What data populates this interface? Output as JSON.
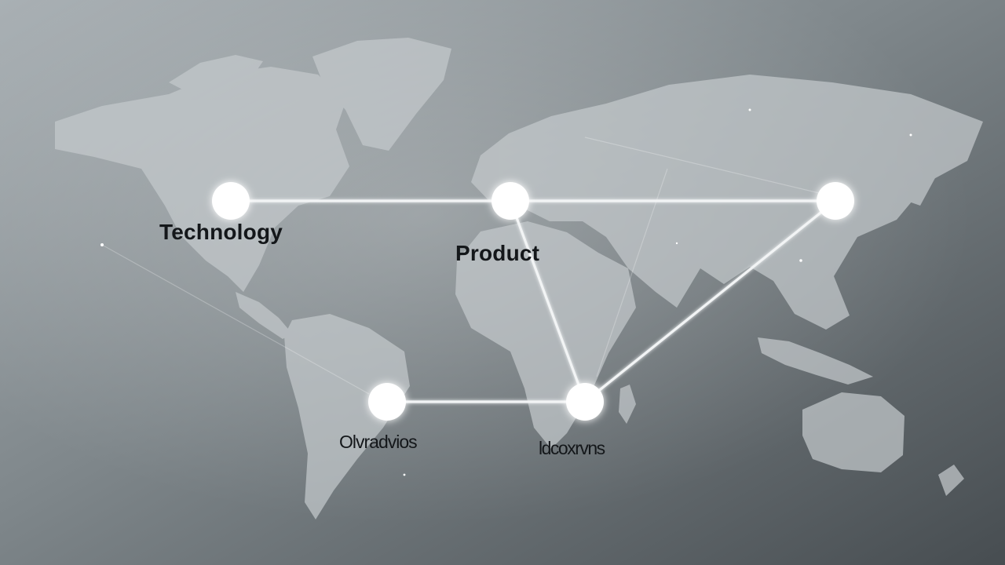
{
  "diagram": {
    "nodes": [
      {
        "id": "na",
        "label": "Technology"
      },
      {
        "id": "eu",
        "label": "Product"
      },
      {
        "id": "asia",
        "label": ""
      },
      {
        "id": "sa",
        "label": "Olvradvios"
      },
      {
        "id": "af",
        "label": "ldcoxrvns"
      }
    ],
    "edges": [
      [
        "na",
        "eu"
      ],
      [
        "eu",
        "asia"
      ],
      [
        "eu",
        "af"
      ],
      [
        "asia",
        "af"
      ],
      [
        "sa",
        "af"
      ]
    ]
  },
  "colors": {
    "background_light": "#a9b0b4",
    "background_dark": "#4a5054",
    "land": "#c4c9cc",
    "node_fill": "#ffffff",
    "edge": "#f2f4f5",
    "label_text": "#14171a"
  }
}
